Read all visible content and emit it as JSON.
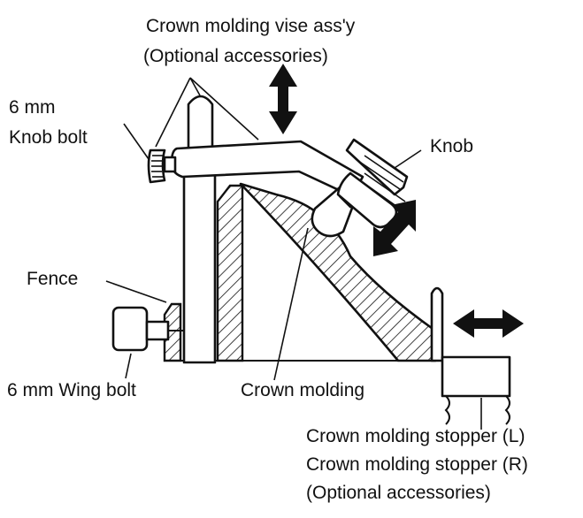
{
  "labels": {
    "vise_line1": "Crown molding vise ass'y",
    "vise_line2": "(Optional accessories)",
    "knob_bolt_line1": "6 mm",
    "knob_bolt_line2": "Knob bolt",
    "knob": "Knob",
    "fence": "Fence",
    "wing_bolt": "6 mm Wing bolt",
    "crown_molding": "Crown molding",
    "stopper_l": "Crown molding stopper (L)",
    "stopper_r": "Crown molding stopper (R)",
    "stopper_optional": "(Optional accessories)"
  },
  "colors": {
    "ink": "#111111",
    "background": "#ffffff"
  }
}
